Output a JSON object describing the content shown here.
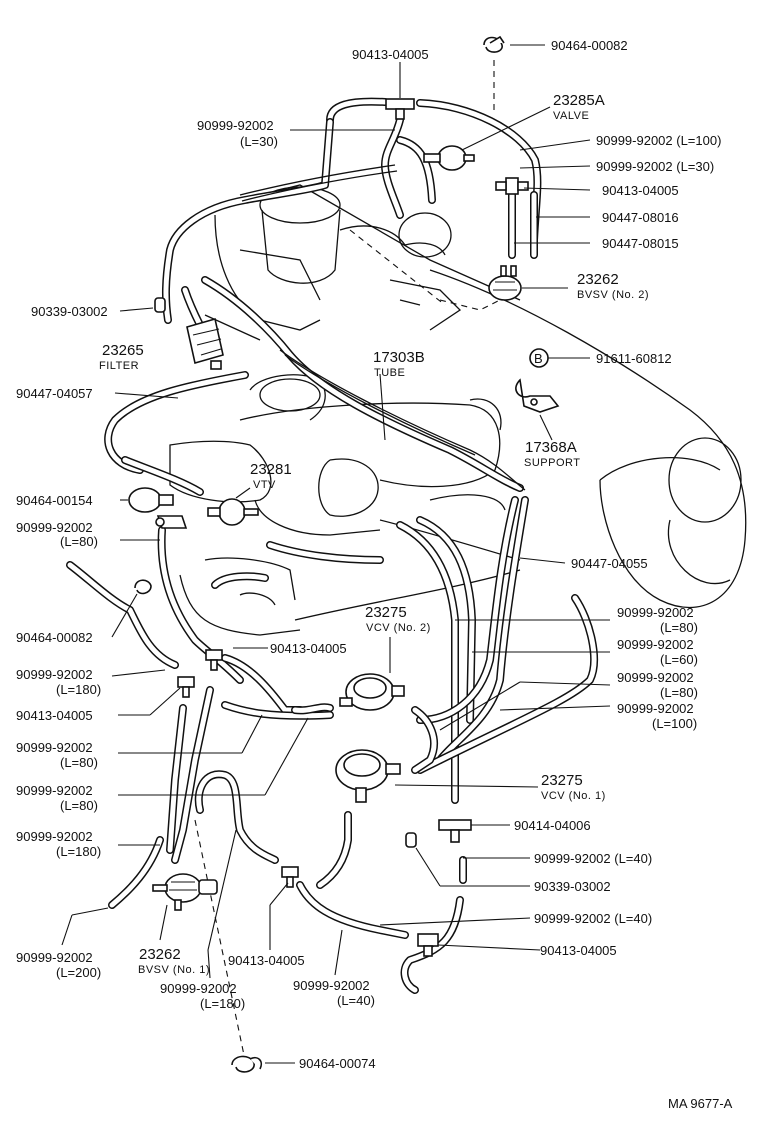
{
  "labels": {
    "l01": "90413-04005",
    "l02": "90464-00082",
    "l03": "23285A",
    "l03s": "VALVE",
    "l04a": "90999-92002",
    "l04b": "(L=30)",
    "l05": "90999-92002 (L=100)",
    "l06": "90999-92002 (L=30)",
    "l07": "90413-04005",
    "l08": "90447-08016",
    "l09": "90447-08015",
    "l10": "23262",
    "l10s": "BVSV (No. 2)",
    "l11": "90339-03002",
    "l12": "23265",
    "l12s": "FILTER",
    "l13": "17303B",
    "l13s": "TUBE",
    "l14": "91611-60812",
    "l14m": "B",
    "l15": "90447-04057",
    "l16": "17368A",
    "l16s": "SUPPORT",
    "l17": "23281",
    "l17s": "VTV",
    "l18": "90464-00154",
    "l19a": "90999-92002",
    "l19b": "(L=80)",
    "l20": "90447-04055",
    "l21": "23275",
    "l21s": "VCV (No. 2)",
    "l22": "90464-00082",
    "l23": "90413-04005",
    "l24a": "90999-92002",
    "l24b": "(L=80)",
    "l25a": "90999-92002",
    "l25b": "(L=60)",
    "l26a": "90999-92002",
    "l26b": "(L=180)",
    "l27a": "90999-92002",
    "l27b": "(L=80)",
    "l28": "90413-04005",
    "l29a": "90999-92002",
    "l29b": "(L=100)",
    "l30a": "90999-92002",
    "l30b": "(L=80)",
    "l31a": "90999-92002",
    "l31b": "(L=80)",
    "l32": "23275",
    "l32s": "VCV (No. 1)",
    "l33": "90414-04006",
    "l34a": "90999-92002",
    "l34b": "(L=180)",
    "l35": "90999-92002 (L=40)",
    "l36": "90339-03002",
    "l37": "90999-92002 (L=40)",
    "l38a": "90999-92002",
    "l38b": "(L=200)",
    "l39": "23262",
    "l39s": "BVSV (No. 1)",
    "l40": "90413-04005",
    "l41a": "90999-92002",
    "l41b": "(L=40)",
    "l42": "90413-04005",
    "l43a": "90999-92002",
    "l43b": "(L=180)",
    "l44": "90464-00074",
    "l45": "MA  9677-A"
  }
}
